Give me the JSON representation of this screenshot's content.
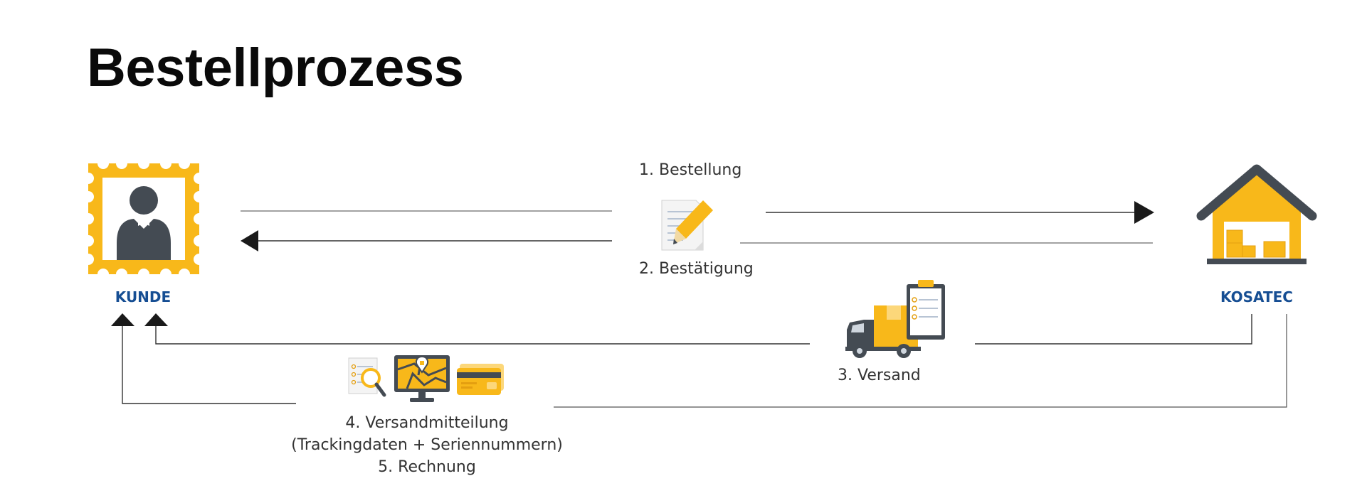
{
  "title": "Bestellprozess",
  "actors": {
    "customer": "KUNDE",
    "supplier": "KOSATEC"
  },
  "steps": {
    "order": "1. Bestellung",
    "confirmation": "2. Bestätigung",
    "shipping": "3. Versand",
    "notification_line1": "4. Versandmitteilung",
    "notification_line2": "(Trackingdaten + Seriennummern)",
    "invoice": "5. Rechnung"
  },
  "icons": {
    "customer": "person-stamp-icon",
    "supplier": "warehouse-icon",
    "order": "document-pencil-icon",
    "shipping": "delivery-truck-clipboard-icon",
    "tracking": "tracking-checklist-magnifier-icon",
    "map": "map-monitor-icon",
    "invoice": "credit-card-icon"
  },
  "colors": {
    "accent": "#F8B81A",
    "dark": "#444B53",
    "actor_label": "#164E93",
    "line": "#555555",
    "arrowhead": "#1A1A1A"
  }
}
